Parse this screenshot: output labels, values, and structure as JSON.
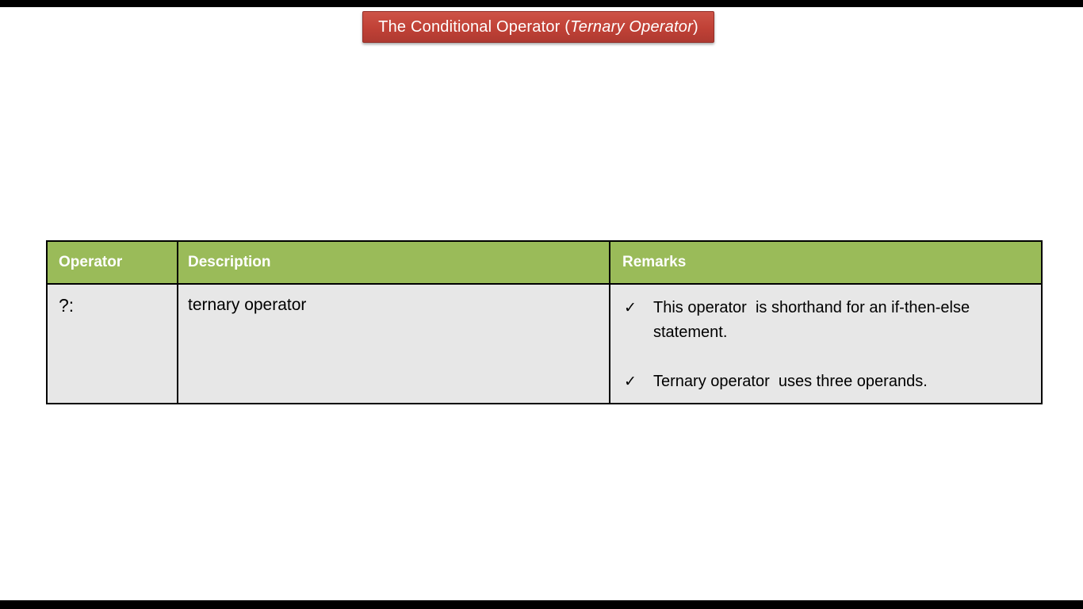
{
  "banner": {
    "title_prefix": "The Conditional Operator (",
    "title_italic": "Ternary Operator",
    "title_suffix": ")"
  },
  "table": {
    "headers": {
      "operator": "Operator",
      "description": "Description",
      "remarks": "Remarks"
    },
    "row": {
      "operator": "?:",
      "description": "ternary operator",
      "remarks": [
        {
          "marker": "✓",
          "text": "This operator  is shorthand for an if-then-else statement."
        },
        {
          "marker": "✓",
          "text": "Ternary operator  uses three operands."
        }
      ]
    }
  },
  "colors": {
    "header_green": "#9ABB59",
    "body_gray": "#E7E7E7",
    "border_black": "#000000",
    "banner_red_top": "#CD5347",
    "banner_red_bottom": "#AE3A31",
    "banner_text": "#FFFFFF",
    "header_text": "#FFFFFF",
    "body_text": "#000000",
    "letterbox_black": "#000000"
  }
}
